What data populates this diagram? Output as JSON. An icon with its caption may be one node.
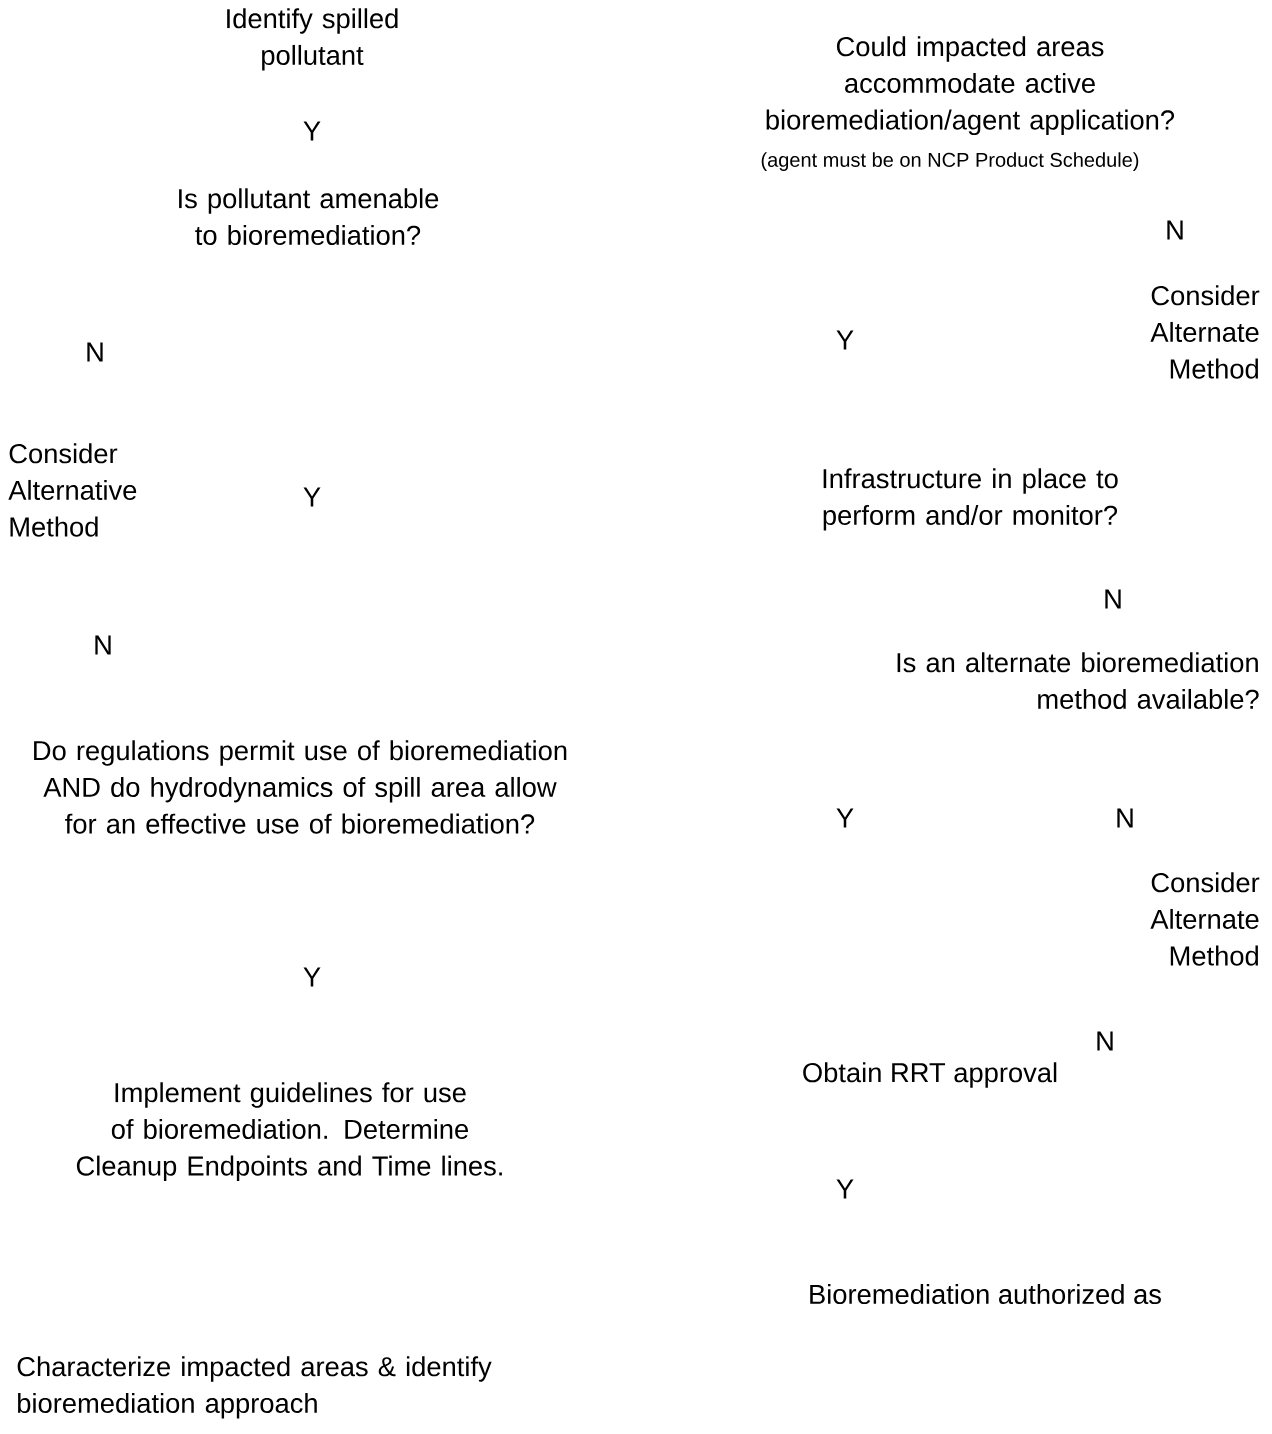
{
  "diagram": {
    "labels": [
      "Identify spilled pollutant",
      "Y",
      "Is pollutant amenable to bioremediation?",
      "N",
      "Consider Alternative Method",
      "Y",
      "N",
      "Do regulations permit use of bioremediation AND do hydrodynamics of spill area allow for an effective use of bioremediation?",
      "Y",
      "Implement guidelines for use of bioremediation. Determine Cleanup Endpoints and Time lines.",
      "Characterize impacted areas & identify bioremediation approach",
      "Could impacted areas accommodate active bioremediation/agent application?",
      "(agent must be on NCP Product Schedule)",
      "N",
      "Y",
      "Consider Alternate Method",
      "Infrastructure in place to perform and/or monitor?",
      "N",
      "Is an alternate bioremediation method available?",
      "Y",
      "N",
      "Consider Alternate Method",
      "N",
      "Obtain RRT approval",
      "Y",
      "Bioremediation authorized as"
    ]
  }
}
